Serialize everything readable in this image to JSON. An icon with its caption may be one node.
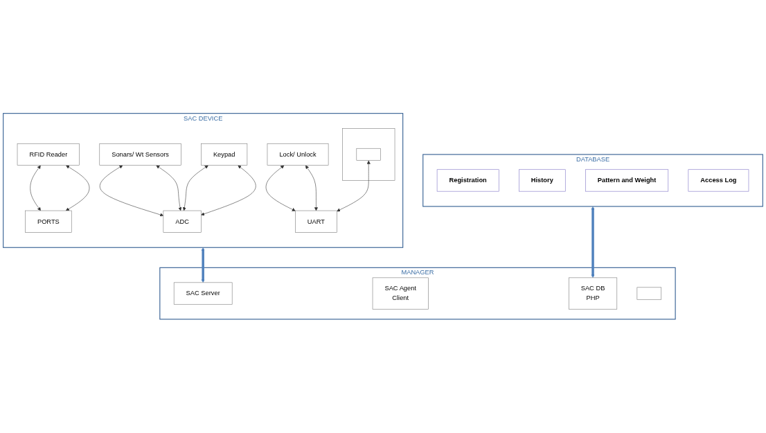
{
  "diagram": {
    "nodes": [
      {
        "text": [
          "SAC DEVICE"
        ]
      },
      {
        "text": [
          "RFID Reader"
        ],
        "in": 0
      },
      {
        "text": [
          "Sonars/ Wt Sensors"
        ],
        "in": 0
      },
      {
        "text": [
          "Keypad"
        ],
        "in": 0
      },
      {
        "text": [
          "Lock/ Unlock"
        ],
        "in": 0
      },
      {
        "text": [
          "PORTS"
        ],
        "in": 0
      },
      {
        "text": [
          "ADC"
        ],
        "in": 0
      },
      {
        "text": [
          "UART"
        ],
        "in": 0
      },
      {
        "text": [],
        "shape": "box",
        "in": 0
      },
      {
        "text": [],
        "shape": "box",
        "in": 8
      },
      {
        "text": [
          "DATABASE"
        ]
      },
      {
        "text": [
          "Registration"
        ],
        "in": 10
      },
      {
        "text": [
          "History"
        ],
        "in": 10
      },
      {
        "text": [
          "Pattern and Weight"
        ],
        "in": 10
      },
      {
        "text": [
          "Access Log"
        ],
        "in": 10
      },
      {
        "text": [
          "MANAGER"
        ]
      },
      {
        "text": [
          "SAC Server"
        ],
        "in": 15
      },
      {
        "text": [
          "SAC Agent",
          "Client"
        ],
        "in": 15
      },
      {
        "text": [
          "SAC DB",
          "PHP"
        ],
        "in": 15
      },
      {
        "text": [],
        "shape": "box",
        "in": 15
      }
    ],
    "edges": [
      {
        "from": 1,
        "to": 5,
        "arrow": "both"
      },
      {
        "from": 1,
        "to": 5,
        "arrow": "both"
      },
      {
        "from": 2,
        "to": 6,
        "arrow": "both"
      },
      {
        "from": 2,
        "to": 6,
        "arrow": "both"
      },
      {
        "from": 3,
        "to": 6,
        "arrow": "both"
      },
      {
        "from": 3,
        "to": 6,
        "arrow": "both"
      },
      {
        "from": 4,
        "to": 7,
        "arrow": "both"
      },
      {
        "from": 4,
        "to": 7,
        "arrow": "both"
      },
      {
        "from": 9,
        "to": 7,
        "arrow": "both"
      },
      {
        "from": 0,
        "to": 16,
        "arrow": "both",
        "style": "thick",
        "color": "#4f81bd"
      },
      {
        "from": 10,
        "to": 18,
        "arrow": "both",
        "style": "thick",
        "color": "#4f81bd"
      }
    ]
  }
}
